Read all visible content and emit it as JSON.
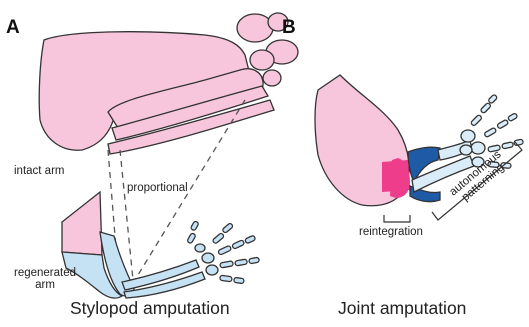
{
  "panels": [
    {
      "letter": "A",
      "caption": "Stylopod amputation",
      "labels": {
        "intact_arm": "intact arm",
        "proportional": "proportional",
        "regenerated_arm": [
          "regenerated",
          "arm"
        ]
      }
    },
    {
      "letter": "B",
      "caption": "Joint amputation",
      "labels": {
        "reintegration": "reintegration",
        "autonomous_patterning": [
          "autonomous",
          "patterning"
        ]
      }
    }
  ],
  "colors": {
    "tissue_pink": "#f7c6dc",
    "bone_blue": "#d9ecf8",
    "regenerate_blue": "#c5e2f5",
    "magenta": "#ee3d8a",
    "dark_blue": "#1f5aa6",
    "outline": "#333333"
  }
}
